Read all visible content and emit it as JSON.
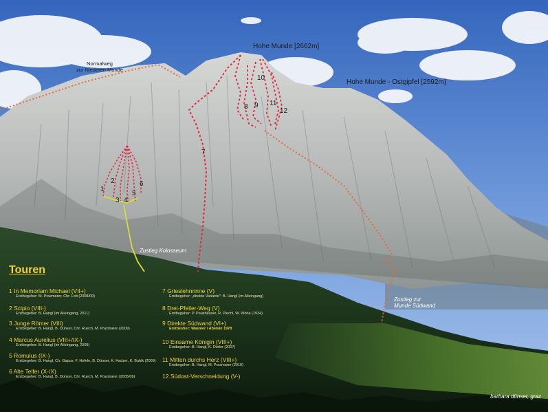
{
  "labels": {
    "peak_main": "Hohe Munde [2662m]",
    "peak_east": "Hohe Munde - Ostgipfel [2592m]",
    "normalweg_line1": "Normalweg",
    "normalweg_line2": "zur Niederen Munde",
    "zustieg_kolosseum": "Zustieg Kolosseum",
    "zustieg_suedwand_line1": "Zustieg zur",
    "zustieg_suedwand_line2": "Munde Südwand"
  },
  "route_markers": [
    "1",
    "2",
    "3",
    "4",
    "5",
    "6",
    "7",
    "8",
    "9",
    "10",
    "11",
    "12"
  ],
  "legend": {
    "title": "Touren",
    "tours": [
      {
        "name": "1  In Memoriam Michael (VII+)",
        "first": "Erstbegeher: M. Praxmarer, Chr. Lott (2008/09)"
      },
      {
        "name": "2  Scipio (VIII-)",
        "first": "Erstbegeher: B. Hangl (im Alleingang, 2011)"
      },
      {
        "name": "3  Junge Römer (VIII)",
        "first": "Erstbegeher: B. Hangl,  B. Dünser, Chr. Ruech, M. Praxmarer (2009)"
      },
      {
        "name": "4  Marcus Aurelius (VIII+/IX-)",
        "first": "Erstbegeher: B. Hangl (im Alleingang, 2009)"
      },
      {
        "name": "5  Romulus (IX-)",
        "first": "Erstbegeher: B. Hangl,  Ch. Gapus, F. Hofele, B. Dünser, K. Hadzer, K. Bubik (2009)"
      },
      {
        "name": "6  Alte Telfer (X-/X)",
        "first": "Erstbegeher: B. Hangl,  B. Dünser, Chr. Ruech, M. Praxmarer (2005/06)"
      },
      {
        "name": "7  Grieslehnrinne (V)",
        "first": "Erstbegeher: „direkte Variante\": B. Hangl (im Alleingang)"
      },
      {
        "name": "8  Drei-Pfeiler-Weg (V)",
        "first": "Erstbegeher: P. Paukhauser, R. Plechl, W. Wörle (1934)"
      },
      {
        "name": "9  Direkte Südwand (VI+)",
        "first": "Erstbesher: Wasmer / Abelsin 1978",
        "first_bold": true
      },
      {
        "name": "10  Einsame Königin (VIII+)",
        "first": "Erstbegeher: B. Hangl, K. Dörler (2007)"
      },
      {
        "name": "11  Mitten durchs Herz (VIII+)",
        "first": "Erstbegeher: B. Hangl, M. Praxmarer (2010)"
      },
      {
        "name": "12  Südost-Verschneidung (V-)",
        "first": ""
      }
    ]
  },
  "signature": "barbara dünser, graz",
  "colors": {
    "route": "#e0293b",
    "normalweg": "#e8683a",
    "approach_south": "#e8683a",
    "approach_kolosseum": "#d8dc3a",
    "legend_text": "#f3d23b",
    "sky_top": "#3d6fc2",
    "sky_bottom": "#8fb2e6",
    "rock": "#c9cbc9",
    "forest": "#1e3a1c"
  }
}
